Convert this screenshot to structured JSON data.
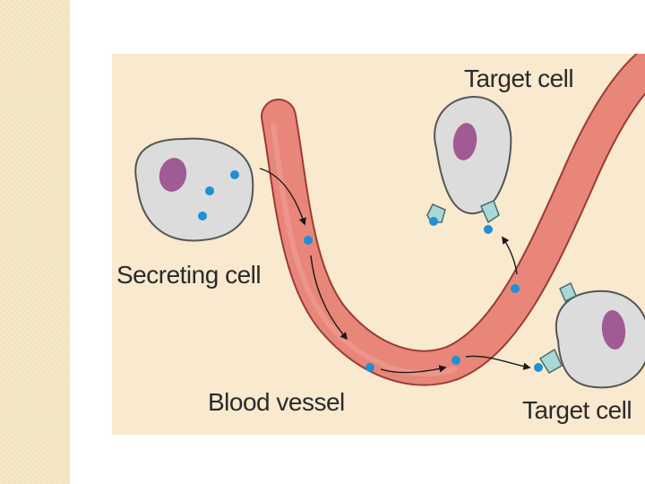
{
  "labels": {
    "secreting_cell": "Secreting cell",
    "blood_vessel": "Blood vessel",
    "target_cell_top": "Target cell",
    "target_cell_bottom": "Target cell"
  },
  "colors": {
    "side_bar": "#f2e3bd",
    "figure_background": "#f8e9cf",
    "vessel_fill": "#e8867a",
    "vessel_outline": "#9a3c33",
    "cell_body": "#dcdcdc",
    "cell_outline": "#555555",
    "nucleus": "#a05a94",
    "hormone": "#1f8fd6",
    "receptor": "#a9d8d8"
  }
}
